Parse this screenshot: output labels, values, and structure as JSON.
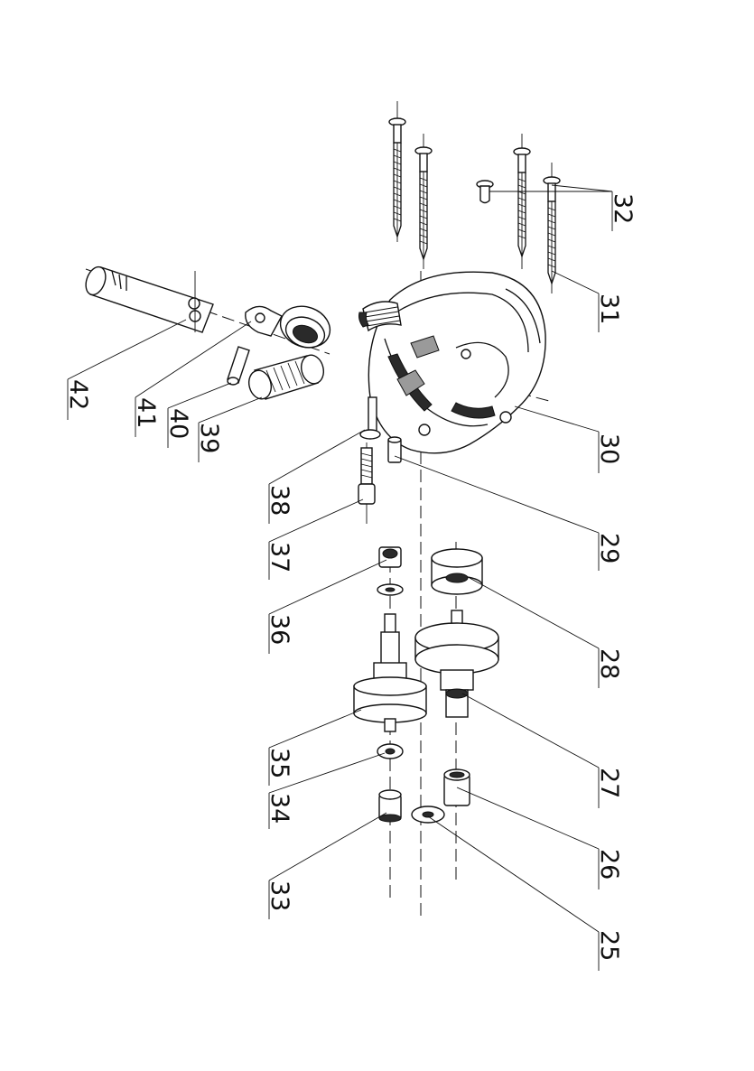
{
  "part_labels": [
    {
      "id": "part-25",
      "text": "25"
    },
    {
      "id": "part-26",
      "text": "26"
    },
    {
      "id": "part-27",
      "text": "27"
    },
    {
      "id": "part-28",
      "text": "28"
    },
    {
      "id": "part-29",
      "text": "29"
    },
    {
      "id": "part-30",
      "text": "30"
    },
    {
      "id": "part-31",
      "text": "31"
    },
    {
      "id": "part-32",
      "text": "32"
    },
    {
      "id": "part-33",
      "text": "33"
    },
    {
      "id": "part-34",
      "text": "34"
    },
    {
      "id": "part-35",
      "text": "35"
    },
    {
      "id": "part-36",
      "text": "36"
    },
    {
      "id": "part-37",
      "text": "37"
    },
    {
      "id": "part-38",
      "text": "38"
    },
    {
      "id": "part-39",
      "text": "39"
    },
    {
      "id": "part-40",
      "text": "40"
    },
    {
      "id": "part-41",
      "text": "41"
    },
    {
      "id": "part-42",
      "text": "42"
    }
  ]
}
